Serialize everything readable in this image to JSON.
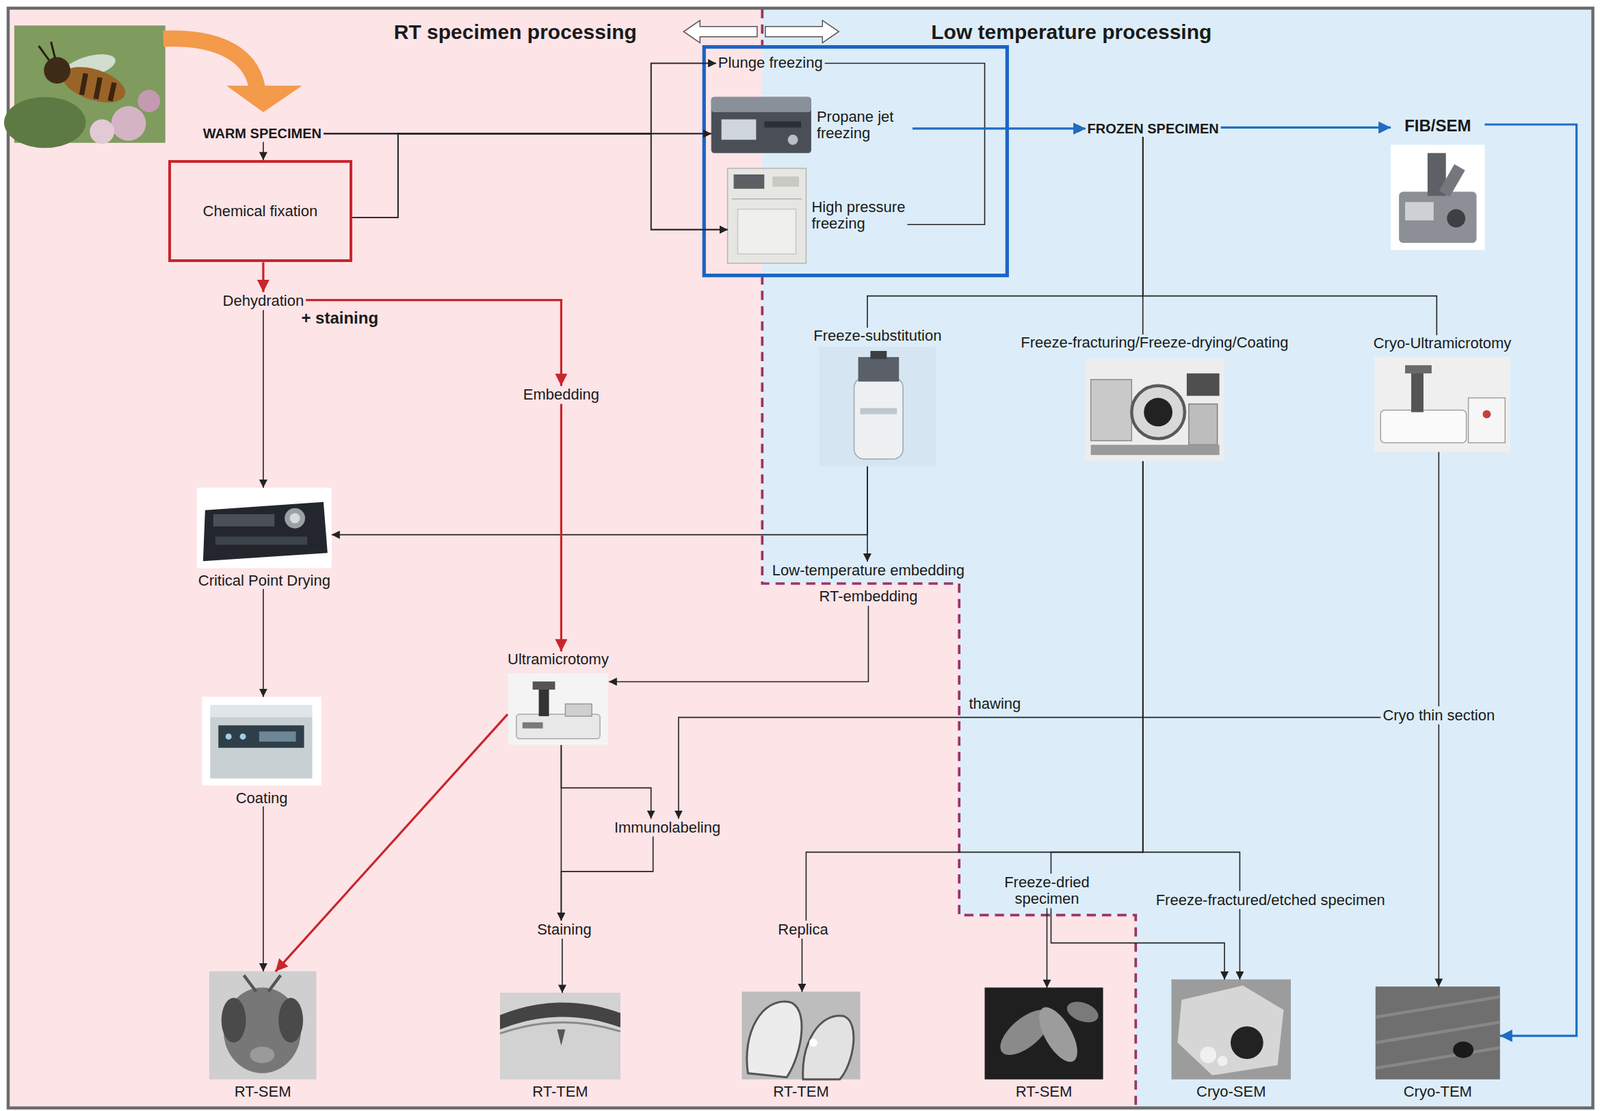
{
  "diagram": {
    "nodes": [
      {
        "text": [
          "WARM SPECIMEN"
        ]
      },
      {
        "text": [
          "Chemical fixation"
        ]
      },
      {
        "text": [
          "Plunge freezing"
        ]
      },
      {
        "text": [
          "Propane jet freezing"
        ]
      },
      {
        "text": [
          "High pressure freezing"
        ]
      },
      {
        "text": [
          "FROZEN SPECIMEN"
        ]
      },
      {
        "text": [
          "FIB/SEM"
        ]
      },
      {
        "text": [
          "Dehydration"
        ]
      },
      {
        "text": [
          "Freeze-substitution"
        ]
      },
      {
        "text": [
          "Freeze-fracturing/Freeze-drying/Coating"
        ]
      },
      {
        "text": [
          "Cryo-Ultramicrotomy"
        ]
      },
      {
        "text": [
          "Embedding"
        ]
      },
      {
        "text": [
          "Critical Point Drying"
        ]
      },
      {
        "text": [
          "Low-temperature embedding",
          "RT-embedding"
        ]
      },
      {
        "text": [
          "Ultramicrotomy"
        ]
      },
      {
        "text": [
          "Cryo thin section"
        ]
      },
      {
        "text": [
          "Coating"
        ]
      },
      {
        "text": [
          "Immunolabeling"
        ]
      },
      {
        "text": [
          "Freeze-dried specimen"
        ]
      },
      {
        "text": [
          "Freeze-fractured/etched specimen"
        ]
      },
      {
        "text": [
          "Staining"
        ]
      },
      {
        "text": [
          "Replica"
        ]
      },
      {
        "text": [
          "RT-SEM"
        ]
      },
      {
        "text": [
          "RT-TEM"
        ]
      },
      {
        "text": [
          "RT-TEM"
        ]
      },
      {
        "text": [
          "RT-SEM"
        ]
      },
      {
        "text": [
          "Cryo-SEM"
        ]
      },
      {
        "text": [
          "Cryo-TEM"
        ]
      }
    ],
    "edges": [
      {
        "from": 0,
        "to": 1,
        "arrow": "to"
      },
      {
        "from": 0,
        "to": 3,
        "arrow": "to"
      },
      {
        "from": 0,
        "to": 2,
        "arrow": "to"
      },
      {
        "from": 0,
        "to": 4,
        "arrow": "to"
      },
      {
        "from": 1,
        "to": 2,
        "arrow": "to"
      },
      {
        "from": 1,
        "to": 3,
        "arrow": "to"
      },
      {
        "from": 1,
        "to": 4,
        "arrow": "to"
      },
      {
        "from": 2,
        "to": 5,
        "arrow": "to"
      },
      {
        "from": 3,
        "to": 5,
        "arrow": "to"
      },
      {
        "from": 4,
        "to": 5,
        "arrow": "to"
      },
      {
        "from": 5,
        "to": 6,
        "arrow": "to"
      },
      {
        "from": 6,
        "to": 27,
        "arrow": "to"
      },
      {
        "from": 5,
        "to": 8,
        "arrow": "none"
      },
      {
        "from": 5,
        "to": 9,
        "arrow": "none"
      },
      {
        "from": 5,
        "to": 10,
        "arrow": "none"
      },
      {
        "from": 1,
        "to": 7,
        "arrow": "to"
      },
      {
        "from": 7,
        "to": 11,
        "label": "+ staining",
        "arrow": "to"
      },
      {
        "from": 7,
        "to": 12,
        "arrow": "to"
      },
      {
        "from": 11,
        "to": 14,
        "arrow": "to"
      },
      {
        "from": 8,
        "to": 13,
        "arrow": "to"
      },
      {
        "from": 8,
        "to": 12,
        "arrow": "to"
      },
      {
        "from": 13,
        "to": 14,
        "arrow": "to"
      },
      {
        "from": 12,
        "to": 16,
        "arrow": "to"
      },
      {
        "from": 16,
        "to": 22,
        "arrow": "to"
      },
      {
        "from": 14,
        "to": 22,
        "arrow": "to"
      },
      {
        "from": 14,
        "to": 17,
        "arrow": "to"
      },
      {
        "from": 14,
        "to": 20,
        "arrow": "to"
      },
      {
        "from": 17,
        "to": 20,
        "arrow": "to"
      },
      {
        "from": 15,
        "to": 17,
        "label": "thawing",
        "arrow": "to"
      },
      {
        "from": 10,
        "to": 15,
        "arrow": "none"
      },
      {
        "from": 15,
        "to": 27,
        "arrow": "to"
      },
      {
        "from": 20,
        "to": 23,
        "arrow": "to"
      },
      {
        "from": 9,
        "to": 21,
        "arrow": "none"
      },
      {
        "from": 9,
        "to": 18,
        "arrow": "none"
      },
      {
        "from": 9,
        "to": 19,
        "arrow": "none"
      },
      {
        "from": 21,
        "to": 24,
        "arrow": "to"
      },
      {
        "from": 18,
        "to": 25,
        "arrow": "to"
      },
      {
        "from": 18,
        "to": 26,
        "arrow": "to"
      },
      {
        "from": 19,
        "to": 26,
        "arrow": "to"
      }
    ],
    "labels": [
      "RT specimen processing",
      "Low temperature processing"
    ]
  }
}
